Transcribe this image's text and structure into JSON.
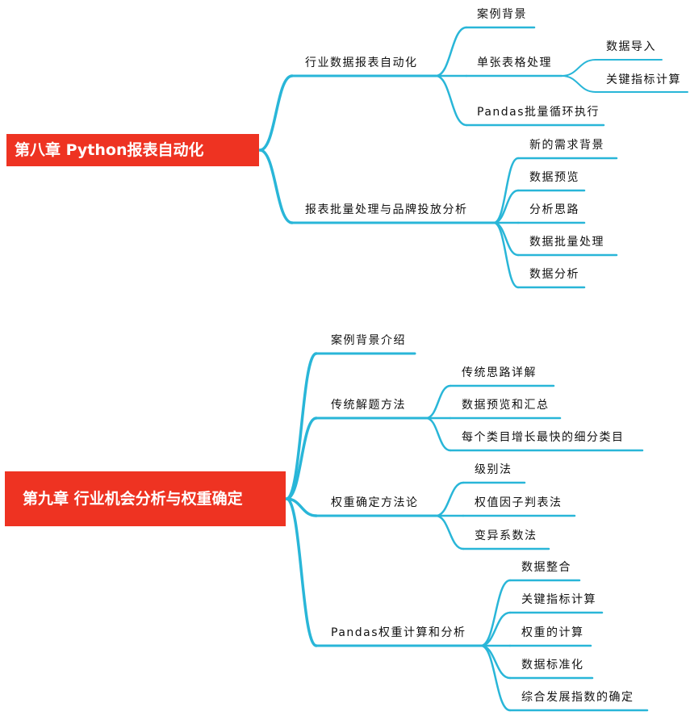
{
  "colors": {
    "root_fill": "#ee3322",
    "branch_line": "#29b6d8",
    "text": "#111111"
  },
  "mindmap": [
    {
      "root": "第八章 Python报表自动化",
      "branches": [
        {
          "label": "行业数据报表自动化",
          "children": [
            {
              "label": "案例背景",
              "children": []
            },
            {
              "label": "单张表格处理",
              "children": [
                {
                  "label": "数据导入"
                },
                {
                  "label": "关键指标计算"
                }
              ]
            },
            {
              "label": "Pandas批量循环执行",
              "children": []
            }
          ]
        },
        {
          "label": "报表批量处理与品牌投放分析",
          "children": [
            {
              "label": "新的需求背景",
              "children": []
            },
            {
              "label": "数据预览",
              "children": []
            },
            {
              "label": "分析思路",
              "children": []
            },
            {
              "label": "数据批量处理",
              "children": []
            },
            {
              "label": "数据分析",
              "children": []
            }
          ]
        }
      ]
    },
    {
      "root": "第九章 行业机会分析与权重确定",
      "branches": [
        {
          "label": "案例背景介绍",
          "children": []
        },
        {
          "label": "传统解题方法",
          "children": [
            {
              "label": "传统思路详解",
              "children": []
            },
            {
              "label": "数据预览和汇总",
              "children": []
            },
            {
              "label": "每个类目增长最快的细分类目",
              "children": []
            }
          ]
        },
        {
          "label": "权重确定方法论",
          "children": [
            {
              "label": "级别法",
              "children": []
            },
            {
              "label": "权值因子判表法",
              "children": []
            },
            {
              "label": "变异系数法",
              "children": []
            }
          ]
        },
        {
          "label": "Pandas权重计算和分析",
          "children": [
            {
              "label": "数据整合",
              "children": []
            },
            {
              "label": "关键指标计算",
              "children": []
            },
            {
              "label": "权重的计算",
              "children": []
            },
            {
              "label": "数据标准化",
              "children": []
            },
            {
              "label": "综合发展指数的确定",
              "children": []
            }
          ]
        }
      ]
    }
  ]
}
